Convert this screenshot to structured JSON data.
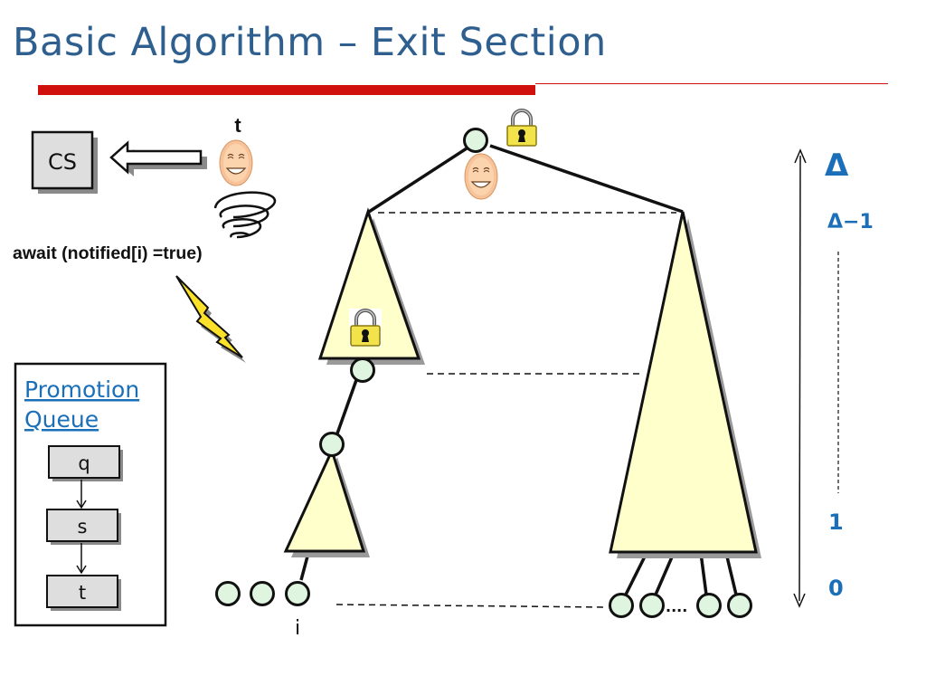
{
  "slide": {
    "title": "Basic Algorithm – Exit Section"
  },
  "diagram": {
    "cs_box_label": "CS",
    "thread_label": "t",
    "await_label": "await (notified[i) =true)",
    "leaf_label": "i",
    "leaf_ellipsis": "....",
    "promotion_queue": {
      "title_line1": "Promotion",
      "title_line2": "Queue",
      "items": [
        "q",
        "s",
        "t"
      ]
    },
    "levels": {
      "top": "Δ",
      "second": "Δ−1",
      "one": "1",
      "zero": "0"
    },
    "icons": [
      "padlock-icon",
      "smiley-face-icon",
      "lightning-bolt-icon",
      "spring-coil-icon",
      "left-arrow-icon"
    ],
    "colors": {
      "title": "#2f5f8f",
      "accent_bar": "#d0100c",
      "label_blue": "#1a6fb8",
      "triangle_fill": "#ffffcc",
      "node_fill": "#dff5df",
      "lock_body": "#f2e34a"
    }
  }
}
